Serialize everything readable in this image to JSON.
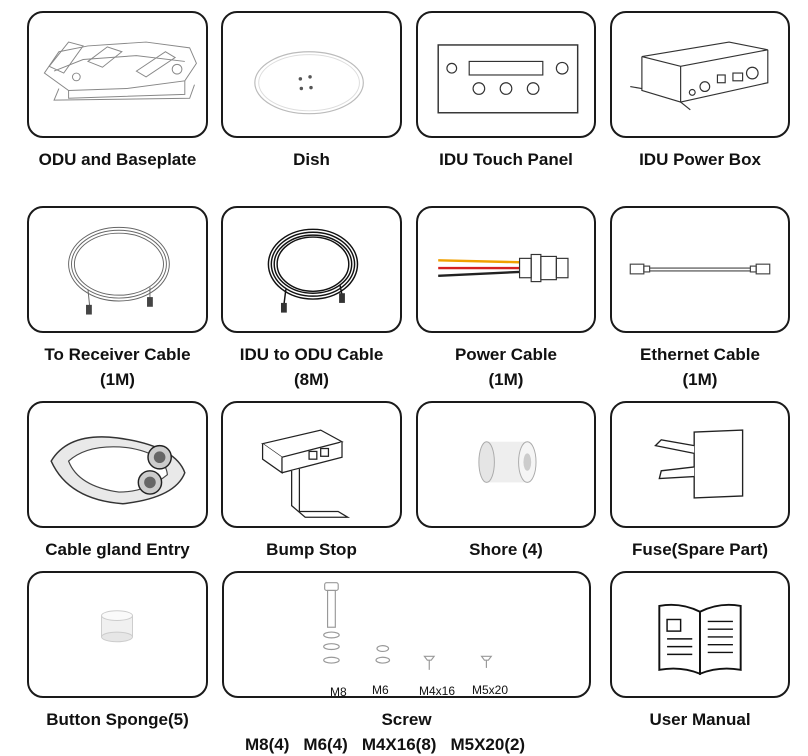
{
  "items": [
    {
      "label": "ODU and Baseplate"
    },
    {
      "label": "Dish"
    },
    {
      "label": "IDU Touch Panel"
    },
    {
      "label": "IDU Power Box"
    },
    {
      "label": "To Receiver Cable",
      "sub": "(1M)"
    },
    {
      "label": "IDU to ODU Cable",
      "sub": "(8M)"
    },
    {
      "label": "Power Cable",
      "sub": "(1M)"
    },
    {
      "label": "Ethernet Cable",
      "sub": "(1M)"
    },
    {
      "label": "Cable gland Entry"
    },
    {
      "label": "Bump Stop"
    },
    {
      "label": "Shore (4)"
    },
    {
      "label": "Fuse(Spare Part)"
    },
    {
      "label": "Button Sponge(5)"
    },
    {
      "label": "Screw"
    },
    {
      "label": "User Manual"
    }
  ],
  "screw_tags": [
    "M8",
    "M6",
    "M4x16",
    "M5x20"
  ],
  "screw_specs": [
    "M8(4)",
    "M6(4)",
    "M4X16(8)",
    "M5X20(2)"
  ]
}
